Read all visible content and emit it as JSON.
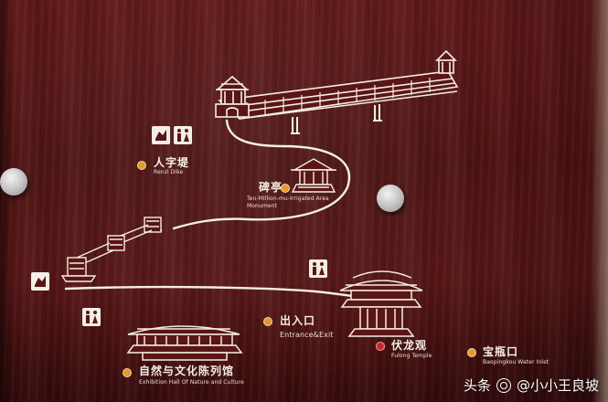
{
  "map": {
    "colors": {
      "board": "#4c1010",
      "line": "#f4efe6",
      "poi_orange": "#e39a2a",
      "poi_red": "#c9262a"
    },
    "icons": [
      "rest-area-icon",
      "toilet-icon",
      "bridge-icon",
      "pavilion-icon",
      "temple-icon",
      "hall-icon",
      "screw-icon"
    ],
    "locations": {
      "renzi_dike": {
        "zh": "人字堤",
        "en": "Renzi Dike"
      },
      "stele_pavilion": {
        "zh": "碑亭",
        "en_line1": "Ten-Million-mu-Irrigated Area",
        "en_line2": "Monument"
      },
      "entrance": {
        "zh": "出入口",
        "en": "Entrance&Exit"
      },
      "fulong_temple": {
        "zh": "伏龙观",
        "en": "Fulong Temple"
      },
      "baopingkou": {
        "zh": "宝瓶口",
        "en": "Baopingkou Water Inlet"
      },
      "exhibition_hall": {
        "zh": "自然与文化陈列馆",
        "en": "Exhibition Hall Of Nature and Culture"
      }
    }
  },
  "watermark": {
    "brand": "头条",
    "account": "@小小王良坡"
  }
}
